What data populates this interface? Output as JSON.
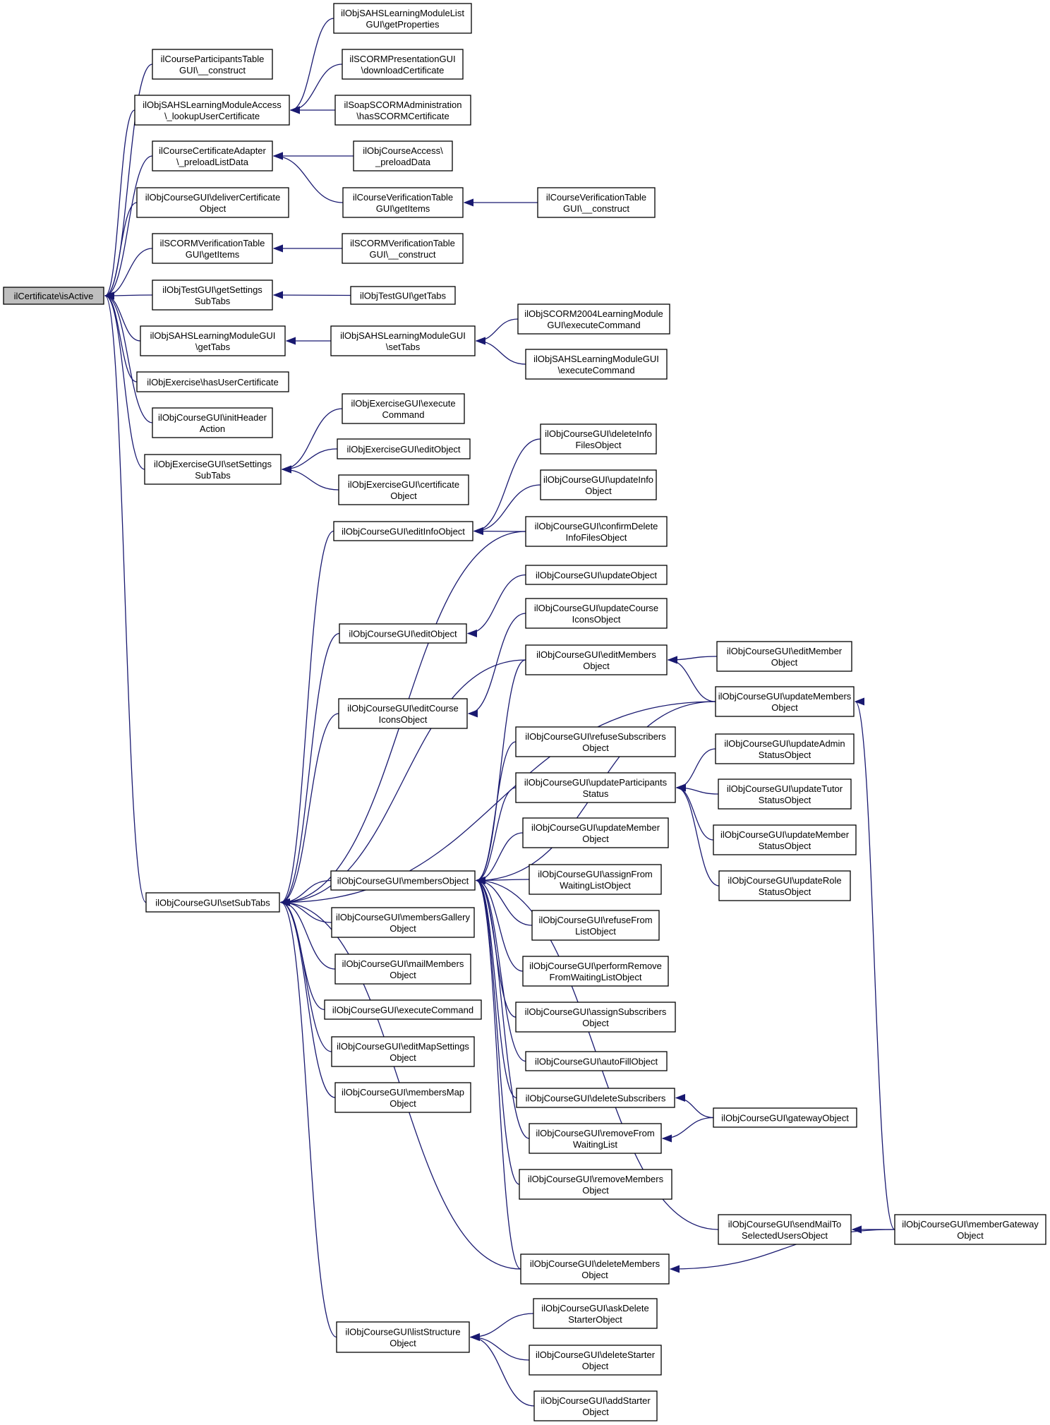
{
  "diagram": {
    "type": "call-graph",
    "edge_color": "#191970",
    "root_fill": "#bfbfbf",
    "nodes": [
      {
        "id": "isActive",
        "lines": [
          "ilCertificate\\isActive"
        ]
      },
      {
        "id": "partTableConstruct",
        "lines": [
          "ilCourseParticipantsTable",
          "GUI\\__construct"
        ]
      },
      {
        "id": "sahsAccessLookup",
        "lines": [
          "ilObjSAHSLearningModuleAccess",
          "\\_lookupUserCertificate"
        ]
      },
      {
        "id": "certAdapterPreload",
        "lines": [
          "ilCourseCertificateAdapter",
          "\\_preloadListData"
        ]
      },
      {
        "id": "deliverCert",
        "lines": [
          "ilObjCourseGUI\\deliverCertificate",
          "Object"
        ]
      },
      {
        "id": "scormVerifGetItems",
        "lines": [
          "ilSCORMVerificationTable",
          "GUI\\getItems"
        ]
      },
      {
        "id": "testGetSettingsSubTabs",
        "lines": [
          "ilObjTestGUI\\getSettings",
          "SubTabs"
        ]
      },
      {
        "id": "sahsGuiGetTabs",
        "lines": [
          "ilObjSAHSLearningModuleGUI",
          "\\getTabs"
        ]
      },
      {
        "id": "exerciseHasUserCert",
        "lines": [
          "ilObjExercise\\hasUserCertificate"
        ]
      },
      {
        "id": "courseInitHeader",
        "lines": [
          "ilObjCourseGUI\\initHeader",
          "Action"
        ]
      },
      {
        "id": "exerciseSetSettingsSubTabs",
        "lines": [
          "ilObjExerciseGUI\\setSettings",
          "SubTabs"
        ]
      },
      {
        "id": "setSubTabs",
        "lines": [
          "ilObjCourseGUI\\setSubTabs"
        ]
      },
      {
        "id": "sahsListGetProps",
        "lines": [
          "ilObjSAHSLearningModuleList",
          "GUI\\getProperties"
        ]
      },
      {
        "id": "scormPresDownload",
        "lines": [
          "ilSCORMPresentationGUI",
          "\\downloadCertificate"
        ]
      },
      {
        "id": "soapHasScorm",
        "lines": [
          "ilSoapSCORMAdministration",
          "\\hasSCORMCertificate"
        ]
      },
      {
        "id": "courseAccessPreload",
        "lines": [
          "ilObjCourseAccess\\",
          "_preloadData"
        ]
      },
      {
        "id": "courseVerifGetItems",
        "lines": [
          "ilCourseVerificationTable",
          "GUI\\getItems"
        ]
      },
      {
        "id": "courseVerifConstruct",
        "lines": [
          "ilCourseVerificationTable",
          "GUI\\__construct"
        ]
      },
      {
        "id": "scormVerifConstruct",
        "lines": [
          "ilSCORMVerificationTable",
          "GUI\\__construct"
        ]
      },
      {
        "id": "testGetTabs",
        "lines": [
          "ilObjTestGUI\\getTabs"
        ]
      },
      {
        "id": "sahsGuiSetTabs",
        "lines": [
          "ilObjSAHSLearningModuleGUI",
          "\\setTabs"
        ]
      },
      {
        "id": "scorm2004Exec",
        "lines": [
          "ilObjSCORM2004LearningModule",
          "GUI\\executeCommand"
        ]
      },
      {
        "id": "sahsGuiExec",
        "lines": [
          "ilObjSAHSLearningModuleGUI",
          "\\executeCommand"
        ]
      },
      {
        "id": "exerciseExec",
        "lines": [
          "ilObjExerciseGUI\\execute",
          "Command"
        ]
      },
      {
        "id": "exerciseEditObject",
        "lines": [
          "ilObjExerciseGUI\\editObject"
        ]
      },
      {
        "id": "exerciseCertObject",
        "lines": [
          "ilObjExerciseGUI\\certificate",
          "Object"
        ]
      },
      {
        "id": "editInfoObject",
        "lines": [
          "ilObjCourseGUI\\editInfoObject"
        ]
      },
      {
        "id": "editObject",
        "lines": [
          "ilObjCourseGUI\\editObject"
        ]
      },
      {
        "id": "editCourseIcons",
        "lines": [
          "ilObjCourseGUI\\editCourse",
          "IconsObject"
        ]
      },
      {
        "id": "membersObject",
        "lines": [
          "ilObjCourseGUI\\membersObject"
        ]
      },
      {
        "id": "membersGallery",
        "lines": [
          "ilObjCourseGUI\\membersGallery",
          "Object"
        ]
      },
      {
        "id": "mailMembers",
        "lines": [
          "ilObjCourseGUI\\mailMembers",
          "Object"
        ]
      },
      {
        "id": "executeCommand",
        "lines": [
          "ilObjCourseGUI\\executeCommand"
        ]
      },
      {
        "id": "editMapSettings",
        "lines": [
          "ilObjCourseGUI\\editMapSettings",
          "Object"
        ]
      },
      {
        "id": "membersMap",
        "lines": [
          "ilObjCourseGUI\\membersMap",
          "Object"
        ]
      },
      {
        "id": "listStructure",
        "lines": [
          "ilObjCourseGUI\\listStructure",
          "Object"
        ]
      },
      {
        "id": "deleteInfoFiles",
        "lines": [
          "ilObjCourseGUI\\deleteInfo",
          "FilesObject"
        ]
      },
      {
        "id": "updateInfo",
        "lines": [
          "ilObjCourseGUI\\updateInfo",
          "Object"
        ]
      },
      {
        "id": "confirmDeleteInfo",
        "lines": [
          "ilObjCourseGUI\\confirmDelete",
          "InfoFilesObject"
        ]
      },
      {
        "id": "updateObject",
        "lines": [
          "ilObjCourseGUI\\updateObject"
        ]
      },
      {
        "id": "updateCourseIcons",
        "lines": [
          "ilObjCourseGUI\\updateCourse",
          "IconsObject"
        ]
      },
      {
        "id": "editMembers",
        "lines": [
          "ilObjCourseGUI\\editMembers",
          "Object"
        ]
      },
      {
        "id": "refuseSubscribers",
        "lines": [
          "ilObjCourseGUI\\refuseSubscribers",
          "Object"
        ]
      },
      {
        "id": "updateParticipantsStatus",
        "lines": [
          "ilObjCourseGUI\\updateParticipants",
          "Status"
        ]
      },
      {
        "id": "updateMember",
        "lines": [
          "ilObjCourseGUI\\updateMember",
          "Object"
        ]
      },
      {
        "id": "assignFromWaiting",
        "lines": [
          "ilObjCourseGUI\\assignFrom",
          "WaitingListObject"
        ]
      },
      {
        "id": "refuseFromList",
        "lines": [
          "ilObjCourseGUI\\refuseFrom",
          "ListObject"
        ]
      },
      {
        "id": "performRemoveWaiting",
        "lines": [
          "ilObjCourseGUI\\performRemove",
          "FromWaitingListObject"
        ]
      },
      {
        "id": "assignSubscribers",
        "lines": [
          "ilObjCourseGUI\\assignSubscribers",
          "Object"
        ]
      },
      {
        "id": "autoFill",
        "lines": [
          "ilObjCourseGUI\\autoFillObject"
        ]
      },
      {
        "id": "deleteSubscribers",
        "lines": [
          "ilObjCourseGUI\\deleteSubscribers"
        ]
      },
      {
        "id": "removeFromWaiting",
        "lines": [
          "ilObjCourseGUI\\removeFrom",
          "WaitingList"
        ]
      },
      {
        "id": "removeMembers",
        "lines": [
          "ilObjCourseGUI\\removeMembers",
          "Object"
        ]
      },
      {
        "id": "deleteMembers",
        "lines": [
          "ilObjCourseGUI\\deleteMembers",
          "Object"
        ]
      },
      {
        "id": "askDeleteStarter",
        "lines": [
          "ilObjCourseGUI\\askDelete",
          "StarterObject"
        ]
      },
      {
        "id": "deleteStarter",
        "lines": [
          "ilObjCourseGUI\\deleteStarter",
          "Object"
        ]
      },
      {
        "id": "addStarter",
        "lines": [
          "ilObjCourseGUI\\addStarter",
          "Object"
        ]
      },
      {
        "id": "editMember",
        "lines": [
          "ilObjCourseGUI\\editMember",
          "Object"
        ]
      },
      {
        "id": "updateMembers",
        "lines": [
          "ilObjCourseGUI\\updateMembers",
          "Object"
        ]
      },
      {
        "id": "updateAdminStatus",
        "lines": [
          "ilObjCourseGUI\\updateAdmin",
          "StatusObject"
        ]
      },
      {
        "id": "updateTutorStatus",
        "lines": [
          "ilObjCourseGUI\\updateTutor",
          "StatusObject"
        ]
      },
      {
        "id": "updateMemberStatus",
        "lines": [
          "ilObjCourseGUI\\updateMember",
          "StatusObject"
        ]
      },
      {
        "id": "updateRoleStatus",
        "lines": [
          "ilObjCourseGUI\\updateRole",
          "StatusObject"
        ]
      },
      {
        "id": "gatewayObject",
        "lines": [
          "ilObjCourseGUI\\gatewayObject"
        ]
      },
      {
        "id": "sendMailTo",
        "lines": [
          "ilObjCourseGUI\\sendMailTo",
          "SelectedUsersObject"
        ]
      },
      {
        "id": "memberGateway",
        "lines": [
          "ilObjCourseGUI\\memberGateway",
          "Object"
        ]
      }
    ],
    "edges": [
      [
        "isActive",
        "partTableConstruct"
      ],
      [
        "isActive",
        "sahsAccessLookup"
      ],
      [
        "isActive",
        "certAdapterPreload"
      ],
      [
        "isActive",
        "deliverCert"
      ],
      [
        "isActive",
        "scormVerifGetItems"
      ],
      [
        "isActive",
        "testGetSettingsSubTabs"
      ],
      [
        "isActive",
        "sahsGuiGetTabs"
      ],
      [
        "isActive",
        "exerciseHasUserCert"
      ],
      [
        "isActive",
        "courseInitHeader"
      ],
      [
        "isActive",
        "exerciseSetSettingsSubTabs"
      ],
      [
        "isActive",
        "setSubTabs"
      ],
      [
        "sahsAccessLookup",
        "sahsListGetProps"
      ],
      [
        "sahsAccessLookup",
        "scormPresDownload"
      ],
      [
        "sahsAccessLookup",
        "soapHasScorm"
      ],
      [
        "certAdapterPreload",
        "courseAccessPreload"
      ],
      [
        "certAdapterPreload",
        "courseVerifGetItems"
      ],
      [
        "courseVerifGetItems",
        "courseVerifConstruct"
      ],
      [
        "scormVerifGetItems",
        "scormVerifConstruct"
      ],
      [
        "testGetSettingsSubTabs",
        "testGetTabs"
      ],
      [
        "sahsGuiGetTabs",
        "sahsGuiSetTabs"
      ],
      [
        "sahsGuiSetTabs",
        "scorm2004Exec"
      ],
      [
        "sahsGuiSetTabs",
        "sahsGuiExec"
      ],
      [
        "exerciseSetSettingsSubTabs",
        "exerciseExec"
      ],
      [
        "exerciseSetSettingsSubTabs",
        "exerciseEditObject"
      ],
      [
        "exerciseSetSettingsSubTabs",
        "exerciseCertObject"
      ],
      [
        "setSubTabs",
        "editInfoObject"
      ],
      [
        "setSubTabs",
        "confirmDeleteInfo"
      ],
      [
        "setSubTabs",
        "editObject"
      ],
      [
        "setSubTabs",
        "editCourseIcons"
      ],
      [
        "setSubTabs",
        "editMembers"
      ],
      [
        "setSubTabs",
        "updateMembers"
      ],
      [
        "setSubTabs",
        "membersObject"
      ],
      [
        "setSubTabs",
        "membersGallery"
      ],
      [
        "setSubTabs",
        "mailMembers"
      ],
      [
        "setSubTabs",
        "executeCommand"
      ],
      [
        "setSubTabs",
        "editMapSettings"
      ],
      [
        "setSubTabs",
        "membersMap"
      ],
      [
        "setSubTabs",
        "deleteMembers"
      ],
      [
        "setSubTabs",
        "listStructure"
      ],
      [
        "editInfoObject",
        "deleteInfoFiles"
      ],
      [
        "editInfoObject",
        "updateInfo"
      ],
      [
        "editInfoObject",
        "confirmDeleteInfo"
      ],
      [
        "editObject",
        "updateObject"
      ],
      [
        "editCourseIcons",
        "updateCourseIcons"
      ],
      [
        "membersObject",
        "editMembers"
      ],
      [
        "membersObject",
        "updateMembers"
      ],
      [
        "membersObject",
        "refuseSubscribers"
      ],
      [
        "membersObject",
        "updateParticipantsStatus"
      ],
      [
        "membersObject",
        "updateMember"
      ],
      [
        "membersObject",
        "assignFromWaiting"
      ],
      [
        "membersObject",
        "refuseFromList"
      ],
      [
        "membersObject",
        "performRemoveWaiting"
      ],
      [
        "membersObject",
        "assignSubscribers"
      ],
      [
        "membersObject",
        "autoFill"
      ],
      [
        "membersObject",
        "deleteSubscribers"
      ],
      [
        "membersObject",
        "removeFromWaiting"
      ],
      [
        "membersObject",
        "removeMembers"
      ],
      [
        "membersObject",
        "sendMailTo"
      ],
      [
        "membersObject",
        "deleteMembers"
      ],
      [
        "editMembers",
        "editMember"
      ],
      [
        "editMembers",
        "updateMembers"
      ],
      [
        "updateParticipantsStatus",
        "updateAdminStatus"
      ],
      [
        "updateParticipantsStatus",
        "updateTutorStatus"
      ],
      [
        "updateParticipantsStatus",
        "updateMemberStatus"
      ],
      [
        "updateParticipantsStatus",
        "updateRoleStatus"
      ],
      [
        "deleteSubscribers",
        "gatewayObject"
      ],
      [
        "removeFromWaiting",
        "gatewayObject"
      ],
      [
        "updateMembers",
        "memberGateway"
      ],
      [
        "sendMailTo",
        "memberGateway"
      ],
      [
        "deleteMembers",
        "memberGateway"
      ],
      [
        "listStructure",
        "askDeleteStarter"
      ],
      [
        "listStructure",
        "deleteStarter"
      ],
      [
        "listStructure",
        "addStarter"
      ]
    ]
  }
}
